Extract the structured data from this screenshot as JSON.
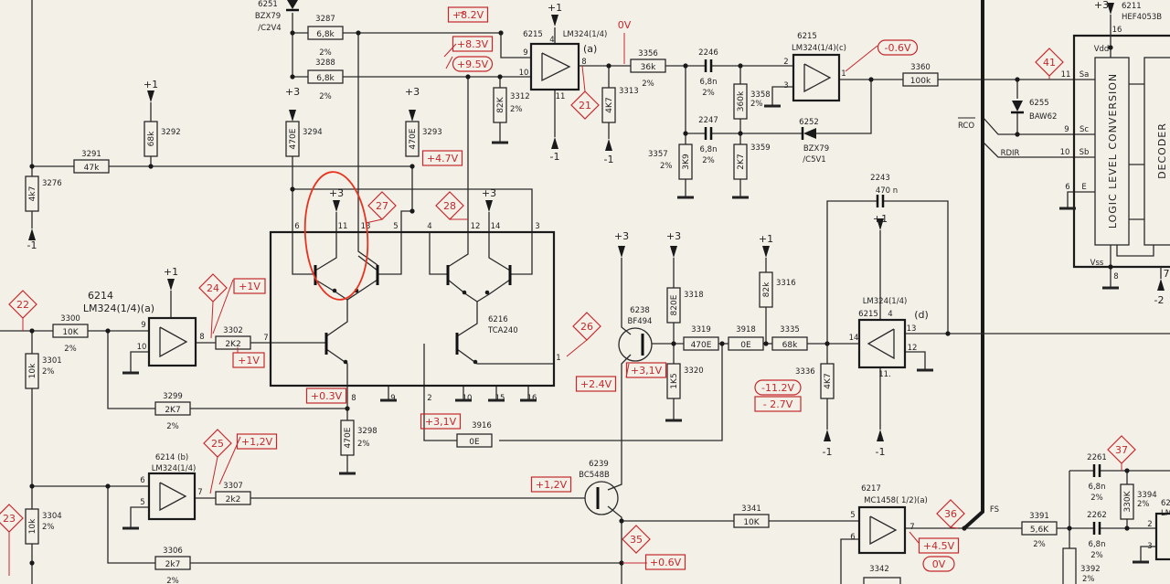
{
  "diagram": {
    "resistors": {
      "r3287": {
        "ref": "3287",
        "value": "6,8k",
        "tol": "2%"
      },
      "r3288": {
        "ref": "3288",
        "value": "6,8k",
        "tol": "2%"
      },
      "r3292": {
        "ref": "3292",
        "value": "68k"
      },
      "r3294": {
        "ref": "3294",
        "value": "470E"
      },
      "r3293": {
        "ref": "3293",
        "value": "470E"
      },
      "r3291": {
        "ref": "3291",
        "value": "47k"
      },
      "r3276": {
        "ref": "3276",
        "value": "4k7"
      },
      "r3312": {
        "ref": "3312",
        "value": "82K",
        "tol": "2%"
      },
      "r3313": {
        "ref": "3313",
        "value": "4K7"
      },
      "r3356": {
        "ref": "3356",
        "value": "36k",
        "tol": "2%"
      },
      "r3358": {
        "ref": "3358",
        "value": "360k",
        "tol": "2%"
      },
      "r3357": {
        "ref": "3357",
        "value": "3K9",
        "tol": "2%"
      },
      "r3359": {
        "ref": "3359",
        "value": "2K7"
      },
      "r3360": {
        "ref": "3360",
        "value": "100k"
      },
      "r3300": {
        "ref": "3300",
        "value": "10K",
        "tol": "2%"
      },
      "r3301": {
        "ref": "3301",
        "value": "10k",
        "tol": "2%"
      },
      "r3302": {
        "ref": "3302",
        "value": "2K2"
      },
      "r3299": {
        "ref": "3299",
        "value": "2K7",
        "tol": "2%"
      },
      "r3298": {
        "ref": "3298",
        "value": "470E",
        "tol": "2%"
      },
      "r3307": {
        "ref": "3307",
        "value": "2k2"
      },
      "r3304": {
        "ref": "3304",
        "value": "10k",
        "tol": "2%"
      },
      "r3306": {
        "ref": "3306",
        "value": "2k7",
        "tol": "2%"
      },
      "r3916": {
        "ref": "3916",
        "value": "0E"
      },
      "r3318": {
        "ref": "3318",
        "value": "820E"
      },
      "r3320": {
        "ref": "3320",
        "value": "1K5"
      },
      "r3319": {
        "ref": "3319",
        "value": "470E"
      },
      "r3918": {
        "ref": "3918",
        "value": "0E"
      },
      "r3335": {
        "ref": "3335",
        "value": "68k"
      },
      "r3316": {
        "ref": "3316",
        "value": "82k"
      },
      "r3336": {
        "ref": "3336",
        "value": "4K7"
      },
      "r3341": {
        "ref": "3341",
        "value": "10K"
      },
      "r3391": {
        "ref": "3391",
        "value": "5,6K",
        "tol": "2%"
      },
      "r3394": {
        "ref": "3394",
        "value": "330K",
        "tol": "2%"
      },
      "r3342": {
        "ref": "3342"
      },
      "r3392": {
        "ref": "3392",
        "tol": "2%"
      }
    },
    "capacitors": {
      "c2246": {
        "ref": "2246",
        "value": "6,8n",
        "tol": "2%"
      },
      "c2247": {
        "ref": "2247",
        "value": "6,8n",
        "tol": "2%"
      },
      "c2243": {
        "ref": "2243",
        "value": "470 n"
      },
      "c2261": {
        "ref": "2261",
        "value": "6,8n",
        "tol": "2%"
      },
      "c2262": {
        "ref": "2262",
        "value": "6,8n",
        "tol": "2%"
      }
    },
    "diodes": {
      "d6251": {
        "ref": "6251",
        "type": "BZX79",
        "sub": "/C2V4"
      },
      "d6252": {
        "ref": "6252",
        "type": "BZX79",
        "sub": "/C5V1"
      },
      "d6255": {
        "ref": "6255",
        "type": "BAW62"
      }
    },
    "opamps": {
      "oa_a_top": {
        "ref": "6215",
        "type": "LM324(1/4)",
        "unit": "(a)",
        "pins": [
          "4",
          "9",
          "10",
          "8",
          "11"
        ]
      },
      "oa_c": {
        "ref": "6215",
        "type": "LM324(1/4)(c)",
        "pins": [
          "2",
          "3",
          "1"
        ]
      },
      "oa_6214a": {
        "ref": "6214",
        "type": "LM324(1/4)(a)",
        "pins": [
          "9",
          "10",
          "8"
        ]
      },
      "oa_6214b": {
        "ref": "6214 (b)",
        "type": "LM324(1/4)",
        "pins": [
          "6",
          "5",
          "7"
        ]
      },
      "oa_d": {
        "ref": "6215",
        "type": "LM324(1/4)",
        "unit": "(d)",
        "pins": [
          "4",
          "14",
          "13",
          "12",
          "11."
        ]
      },
      "oa_6217": {
        "ref": "6217",
        "type": "MC1458( 1/2)(a)",
        "pins": [
          "5",
          "6",
          "7"
        ]
      },
      "oa_partial": {
        "ref": "62",
        "type": "LM",
        "pins": [
          "2",
          "3"
        ]
      }
    },
    "transistors": {
      "t6238": {
        "ref": "6238",
        "type": "BF494"
      },
      "t6239": {
        "ref": "6239",
        "type": "BC548B"
      }
    },
    "ic6216": {
      "ref": "6216",
      "type": "TCA240",
      "top_pins": [
        "6",
        "11",
        "13",
        "5",
        "4",
        "12",
        "14",
        "3"
      ],
      "bottom_pins": [
        "8",
        "9",
        "2",
        "10",
        "15",
        "16"
      ],
      "left_pin": "7",
      "right_pin": "1"
    },
    "ic6211": {
      "ref": "6211",
      "type": "HEF4053B",
      "block1": "LOGIC LEVEL CONVERSION",
      "block2": "DECODER",
      "vdd": "Vdd",
      "vss": "Vss",
      "pin_vdd": "16",
      "pin_vss": "8",
      "pin_7": "7",
      "sa": "Sa",
      "sa_pin": "11",
      "sc": "Sc",
      "sc_pin": "9",
      "sb": "Sb",
      "sb_pin": "10",
      "e": "E",
      "e_pin": "6"
    },
    "signals": {
      "rco": "RCO",
      "rdir": "RDIR",
      "fs": "FS"
    },
    "rails": {
      "p1": "+1",
      "p3": "+3",
      "m1": "-1",
      "m2": "-2"
    },
    "voltages": {
      "v82": "+8.2V",
      "v83": "+8.3V",
      "v95": "+9.5V",
      "v47": "+4.7V",
      "vm06": "-0.6V",
      "v0top": "0V",
      "v1a": "+1V",
      "v1b": "+1V",
      "v03": "+0.3V",
      "v31a": "+3,1V",
      "v31b": "+3,1V",
      "v12a": "+1,2V",
      "v12b": "+1,2V",
      "v24": "+2.4V",
      "vm112": "-11.2V",
      "vm27": "- 2.7V",
      "v45": "+4.5V",
      "v0": "0V",
      "v06": "+0.6V"
    },
    "test_points": {
      "tp21": "21",
      "tp22": "22",
      "tp23": "23",
      "tp24": "24",
      "tp25": "25",
      "tp26": "26",
      "tp27": "27",
      "tp28": "28",
      "tp35": "35",
      "tp36": "36",
      "tp37": "37",
      "tp41": "41"
    },
    "colors": {
      "annotation": "#c4282c",
      "highlight": "#e8321e",
      "ink": "#2a2a2a",
      "paper": "#f3f0e8"
    }
  }
}
